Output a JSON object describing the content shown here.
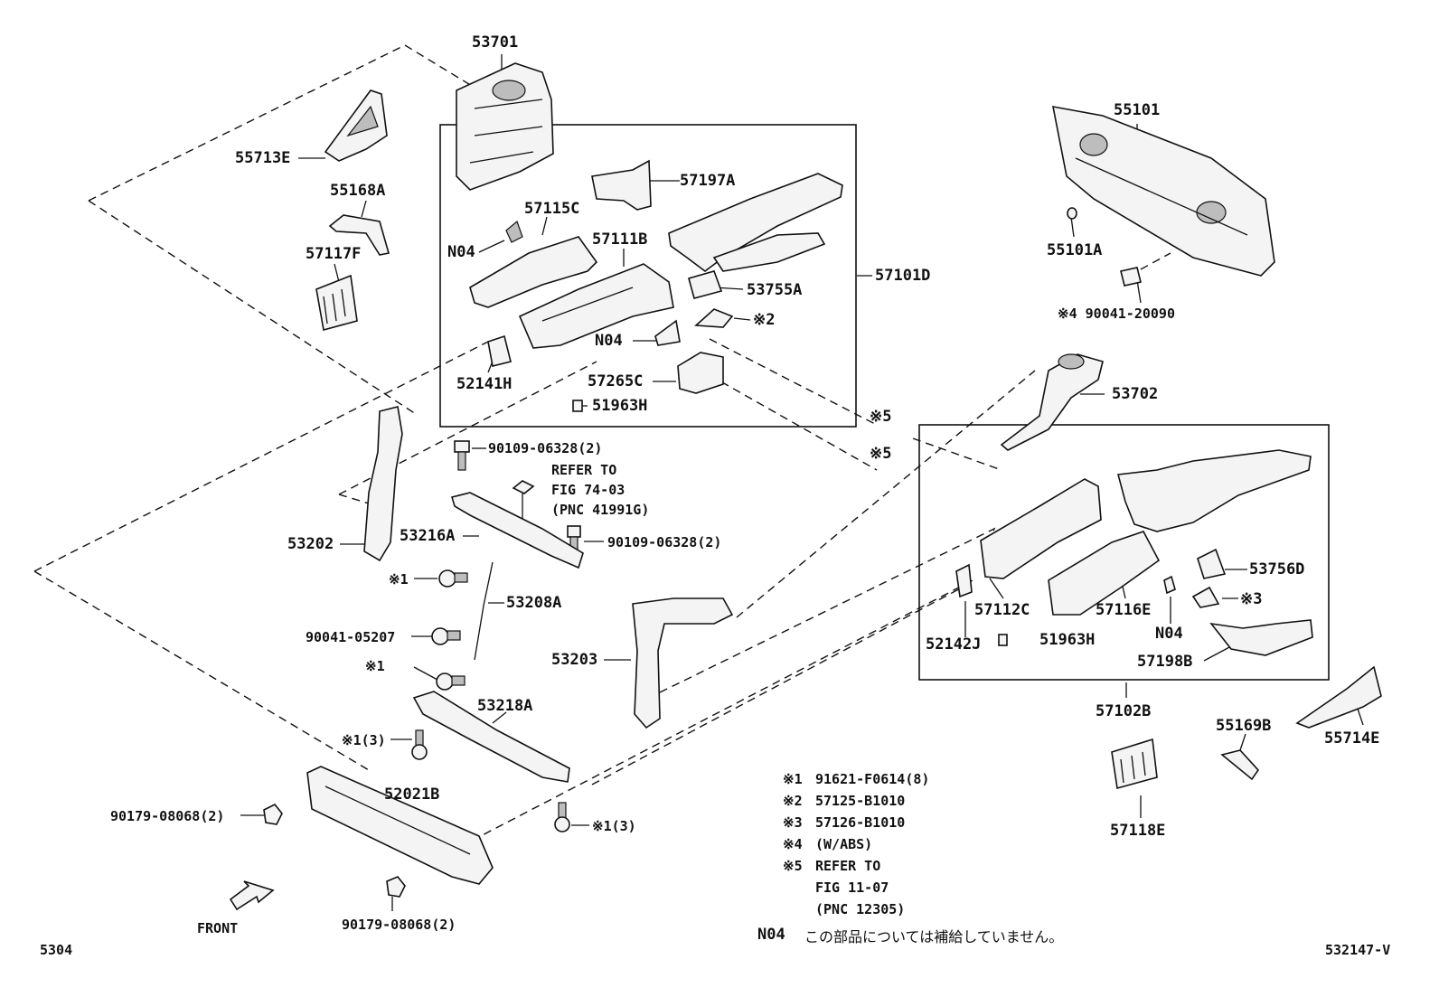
{
  "labels": {
    "p53701": "53701",
    "p55713E": "55713E",
    "p55168A": "55168A",
    "p57117F": "57117F",
    "p57197A": "57197A",
    "p57115C": "57115C",
    "p57111B": "57111B",
    "n04_a": "N04",
    "p53755A": "53755A",
    "p57101D": "57101D",
    "note2_tag": "※2",
    "n04_b": "N04",
    "p52141H": "52141H",
    "p57265C": "57265C",
    "p51963H_a": "51963H",
    "note5_a": "※5",
    "note5_b": "※5",
    "p55101": "55101",
    "p55101A": "55101A",
    "p90041_20090": "※4 90041-20090",
    "p53702": "53702",
    "p90109_a": "90109-06328(2)",
    "refer74_1": "REFER TO",
    "refer74_2": "FIG 74-03",
    "refer74_3": "(PNC 41991G)",
    "p53216A": "53216A",
    "p90109_b": "90109-06328(2)",
    "p53202": "53202",
    "note1_a": "※1",
    "p53208A": "53208A",
    "p90041_05207": "90041-05207",
    "note1_b": "※1",
    "p53203": "53203",
    "p53218A": "53218A",
    "note1_c": "※1(3)",
    "p52021B": "52021B",
    "p90179_a": "90179-08068(2)",
    "note1_d": "※1(3)",
    "p90179_b": "90179-08068(2)",
    "front": "FRONT",
    "p53756D": "53756D",
    "p57112C": "57112C",
    "p57116E": "57116E",
    "note3_tag": "※3",
    "n04_c": "N04",
    "p52142J": "52142J",
    "p51963H_b": "51963H",
    "p57198B": "57198B",
    "p57102B": "57102B",
    "p55169B": "55169B",
    "p55714E": "55714E",
    "p57118E": "57118E",
    "code_left": "5304",
    "code_right": "532147-V"
  },
  "notes": [
    {
      "mark": "※1",
      "text": "91621-F0614(8)"
    },
    {
      "mark": "※2",
      "text": "57125-B1010"
    },
    {
      "mark": "※3",
      "text": "57126-B1010"
    },
    {
      "mark": "※4",
      "text": "(W/ABS)"
    },
    {
      "mark": "※5",
      "text": "REFER TO"
    },
    {
      "mark": "",
      "text": "FIG 11-07"
    },
    {
      "mark": "",
      "text": "(PNC 12305)"
    }
  ],
  "n04_note": {
    "mark": "N04",
    "text": "この部品については補給していません。"
  }
}
